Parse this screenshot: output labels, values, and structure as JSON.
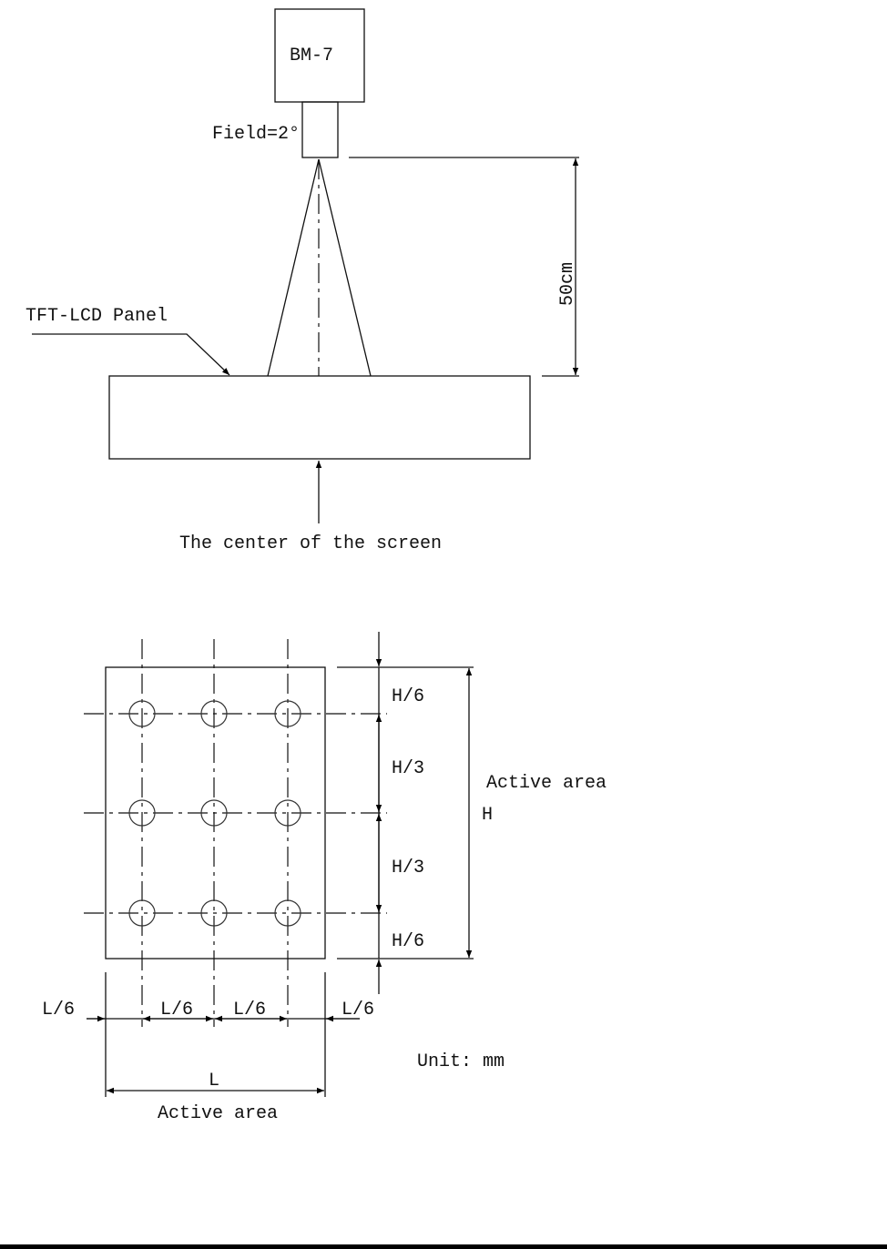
{
  "setup_diagram": {
    "instrument": "BM-7",
    "field_label": "Field=2°",
    "distance_label": "50cm",
    "panel_label": "TFT-LCD Panel",
    "center_label": "The center of the screen"
  },
  "grid_diagram": {
    "h_dims": [
      "H/6",
      "H/3",
      "H/3",
      "H/6"
    ],
    "active_area_v_label": "Active area",
    "h_label": "H",
    "l_dims": [
      "L/6",
      "L/6",
      "L/6",
      "L/6"
    ],
    "l_label": "L",
    "active_area_h_label": "Active area",
    "unit_label": "Unit: mm"
  }
}
